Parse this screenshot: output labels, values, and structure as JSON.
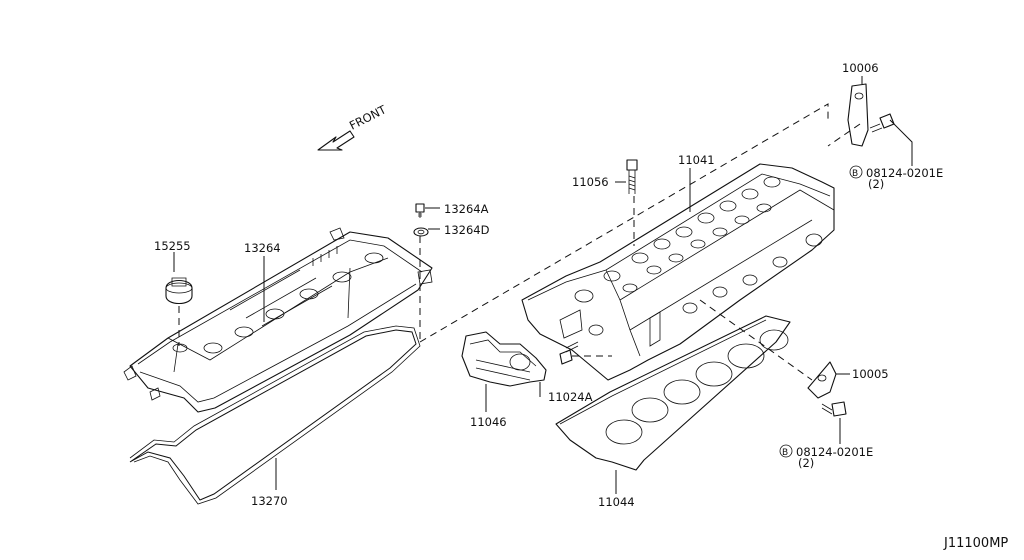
{
  "labels": {
    "front": "FRONT",
    "p10006": "10006",
    "b_top": "08124-0201E",
    "b_top_qty": "(2)",
    "p11041": "11041",
    "p11056": "11056",
    "p13264a": "13264A",
    "p13264d": "13264D",
    "p15255": "15255",
    "p13264": "13264",
    "p10005": "10005",
    "p11024a": "11024A",
    "p11046": "11046",
    "b_bot": "08124-0201E",
    "b_bot_qty": "(2)",
    "p11044": "11044",
    "p13270": "13270",
    "diagram_code": "J11100MP",
    "circle_b": "B"
  }
}
